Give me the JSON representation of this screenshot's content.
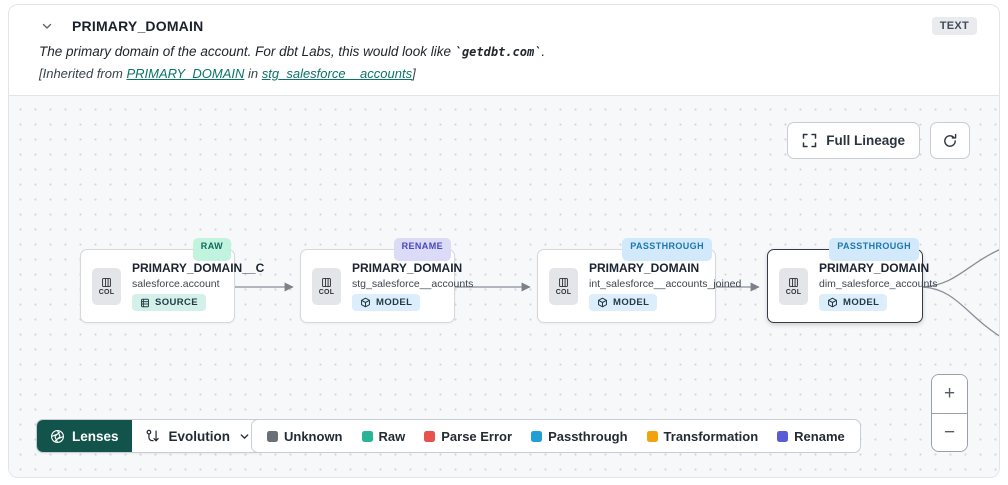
{
  "header": {
    "title": "PRIMARY_DOMAIN",
    "type_badge": "TEXT",
    "description_prefix": "The primary domain of the account. For dbt Labs, this would look like ",
    "description_code": "`getdbt.com`",
    "description_suffix": ".",
    "inherited_prefix": "[Inherited from ",
    "inherited_link_column": "PRIMARY_DOMAIN",
    "inherited_middle": " in ",
    "inherited_link_model": "stg_salesforce__accounts",
    "inherited_suffix": "]"
  },
  "canvas": {
    "toolbar": {
      "full_lineage_label": "Full Lineage"
    },
    "nodes": [
      {
        "title": "PRIMARY_DOMAIN__C",
        "subtitle": "salesforce.account",
        "resource": "SOURCE",
        "badge": "RAW",
        "col_label": "COL",
        "selected": false
      },
      {
        "title": "PRIMARY_DOMAIN",
        "subtitle": "stg_salesforce__accounts",
        "resource": "MODEL",
        "badge": "RENAME",
        "col_label": "COL",
        "selected": false
      },
      {
        "title": "PRIMARY_DOMAIN",
        "subtitle": "int_salesforce__accounts_joined",
        "resource": "MODEL",
        "badge": "PASSTHROUGH",
        "col_label": "COL",
        "selected": false
      },
      {
        "title": "PRIMARY_DOMAIN",
        "subtitle": "dim_salesforce_accounts",
        "resource": "MODEL",
        "badge": "PASSTHROUGH",
        "col_label": "COL",
        "selected": true
      }
    ],
    "lenses": {
      "label": "Lenses",
      "selected_lens": "Evolution"
    },
    "legend": [
      {
        "label": "Unknown",
        "color": "#6b6f76"
      },
      {
        "label": "Raw",
        "color": "#2bb396"
      },
      {
        "label": "Parse Error",
        "color": "#e8524e"
      },
      {
        "label": "Passthrough",
        "color": "#1f9fd6"
      },
      {
        "label": "Transformation",
        "color": "#f2a20d"
      },
      {
        "label": "Rename",
        "color": "#5a5bd7"
      }
    ],
    "zoom": {
      "in_label": "+",
      "out_label": "−"
    }
  },
  "colors": {
    "lenses_button_bg": "#12544b",
    "link_teal": "#0b7468",
    "badge_raw_bg": "#c2f3de",
    "badge_rename_bg": "#dbdbf8",
    "badge_passthrough_bg": "#d2e9fb",
    "canvas_bg": "#f7f8fa"
  }
}
